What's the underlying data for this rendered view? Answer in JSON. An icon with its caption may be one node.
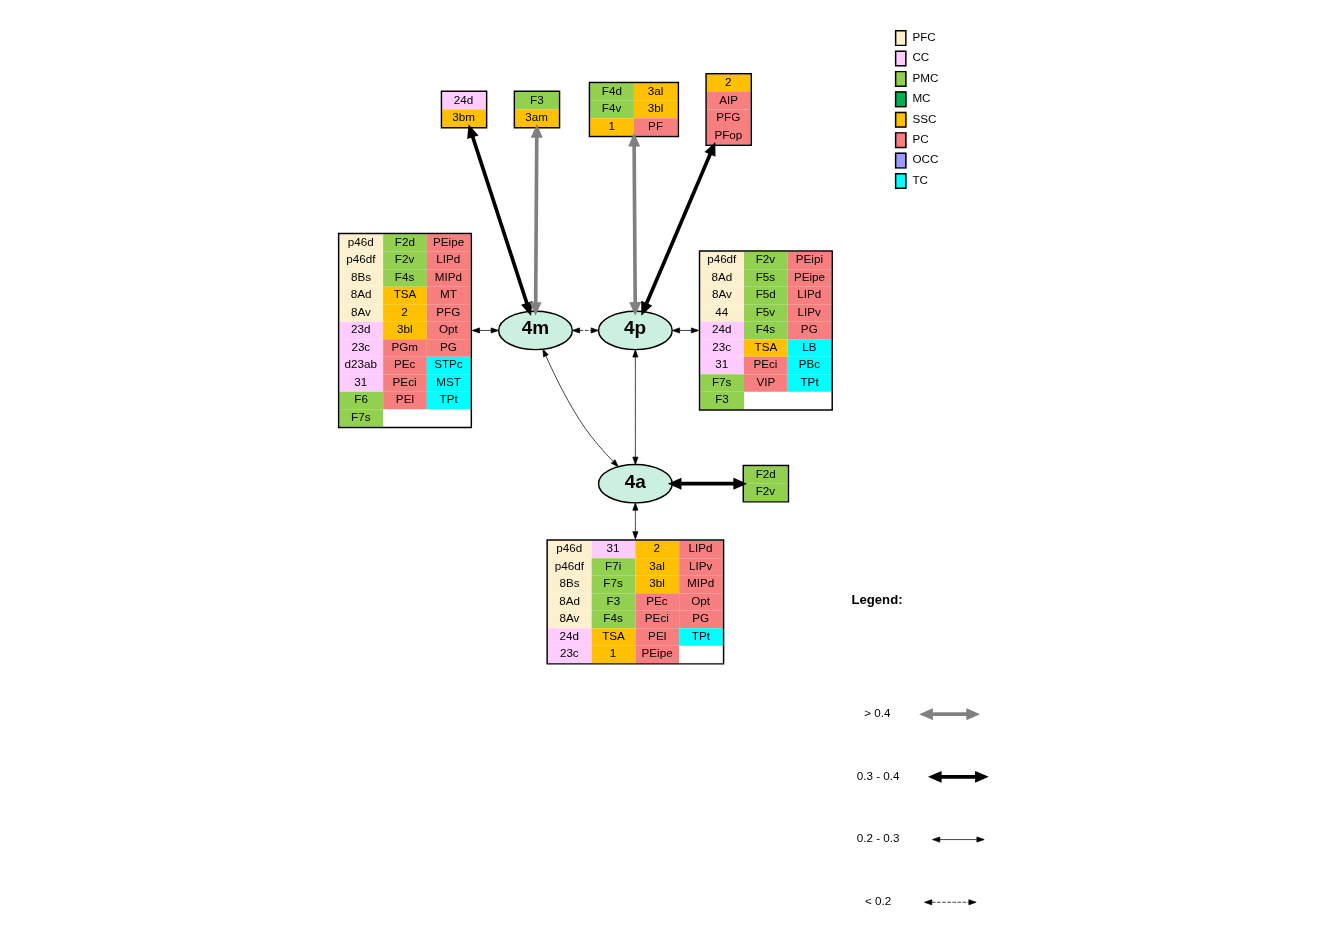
{
  "diagram": {
    "nodes": [
      {
        "text": [
          "p46d",
          "F2d",
          "PEipe",
          "p46df",
          "F2v",
          "LIPd",
          "8Bs",
          "F4s",
          "MIPd",
          "8Ad",
          "TSA",
          "MT",
          "8Av",
          "2",
          "PFG",
          "23d",
          "3bl",
          "Opt",
          "23c",
          "PGm",
          "PG",
          "d23ab",
          "PEc",
          "STPc",
          "31",
          "PEci",
          "MST",
          "F6",
          "PEl",
          "TPt",
          "F7s"
        ]
      },
      {
        "text": [
          "24d",
          "3bm"
        ]
      },
      {
        "text": [
          "F3",
          "3am"
        ]
      },
      {
        "text": [
          "F4d",
          "3al",
          "F4v",
          "3bl",
          "1",
          "PF"
        ]
      },
      {
        "text": [
          "2",
          "AIP",
          "PFG",
          "PFop"
        ]
      },
      {
        "text": [
          "p46df",
          "F2v",
          "PEipi",
          "8Ad",
          "F5s",
          "PEipe",
          "8Av",
          "F5d",
          "LIPd",
          "44",
          "F5v",
          "LIPv",
          "24d",
          "F4s",
          "PG",
          "23c",
          "TSA",
          "LB",
          "31",
          "PEci",
          "PBc",
          "F7s",
          "VIP",
          "TPt",
          "F3"
        ]
      },
      {
        "text": [
          "4m"
        ]
      },
      {
        "text": [
          "4p"
        ]
      },
      {
        "text": [
          "F2d",
          "F2v"
        ]
      },
      {
        "text": [
          "4a"
        ]
      },
      {
        "text": [
          "p46d",
          "31",
          "2",
          "LIPd",
          "p46df",
          "F7i",
          "3al",
          "LIPv",
          "8Bs",
          "F7s",
          "3bl",
          "MIPd",
          "8Ad",
          "F3",
          "PEc",
          "Opt",
          "8Av",
          "F4s",
          "PEci",
          "PG",
          "24d",
          "TSA",
          "PEl",
          "TPt",
          "23c",
          "1",
          "PEipe"
        ]
      }
    ],
    "edges": [
      {
        "from": 0,
        "to": 6,
        "arrow": "both"
      },
      {
        "from": 1,
        "to": 6,
        "arrow": "both",
        "style": "thick"
      },
      {
        "from": 2,
        "to": 6,
        "arrow": "both",
        "style": "thick",
        "color": "#808080"
      },
      {
        "from": 3,
        "to": 7,
        "arrow": "both",
        "style": "thick",
        "color": "#808080"
      },
      {
        "from": 4,
        "to": 7,
        "arrow": "both",
        "style": "thick"
      },
      {
        "from": 6,
        "to": 7,
        "arrow": "both",
        "style": "dashed"
      },
      {
        "from": 7,
        "to": 5,
        "arrow": "both"
      },
      {
        "from": 6,
        "to": 9,
        "arrow": "both"
      },
      {
        "from": 7,
        "to": 9,
        "arrow": "both"
      },
      {
        "from": 8,
        "to": 9,
        "arrow": "both",
        "style": "thick"
      },
      {
        "from": 9,
        "to": 10,
        "arrow": "both"
      }
    ],
    "labels": [
      "Legend:"
    ],
    "legend": [
      {
        "text": "> 0.4"
      },
      {
        "text": "0.3 - 0.4"
      },
      {
        "text": "0.2 - 0.3"
      },
      {
        "text": "< 0.2"
      },
      {
        "text": "PFC",
        "color": "#fdf0cf"
      },
      {
        "text": "CC",
        "color": "#ffccff"
      },
      {
        "text": "PMC",
        "color": "#92d050"
      },
      {
        "text": "MC",
        "color": "#00b050"
      },
      {
        "text": "SSC",
        "color": "#ffc000"
      },
      {
        "text": "PC",
        "color": "#f87f7f"
      },
      {
        "text": "OCC",
        "color": "#9999ff"
      },
      {
        "text": "TC",
        "color": "#00ffff"
      }
    ]
  }
}
